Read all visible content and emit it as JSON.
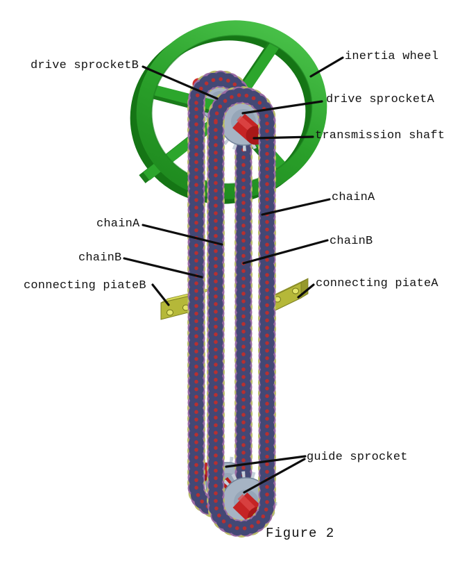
{
  "figure": {
    "caption": "Figure 2",
    "callouts": {
      "drive_sprocket_b": "drive sprocketB",
      "inertia_wheel": "inertia wheel",
      "drive_sprocket_a": "drive sprocketA",
      "transmission_shaft": "transmission shaft",
      "chain_a_left": "chainA",
      "chain_a_right": "chainA",
      "chain_b_left": "chainB",
      "chain_b_right": "chainB",
      "connecting_piate_b": "connecting piateB",
      "connecting_piate_a": "connecting piateA",
      "guide_sprocket": "guide sprocket"
    },
    "colors": {
      "wheel_green": "#2ca62c",
      "wheel_green_dark": "#157515",
      "sprocket_gray": "#a6b4c4",
      "shaft_red": "#c22222",
      "chain_navy": "#3d4170",
      "chain_khaki": "#b9bc66",
      "chain_purple": "#9a6ba3",
      "chain_pin_red": "#b73030",
      "plate_olive": "#b5b839",
      "leader_black": "#0d0d0d",
      "background": "#ffffff"
    }
  }
}
